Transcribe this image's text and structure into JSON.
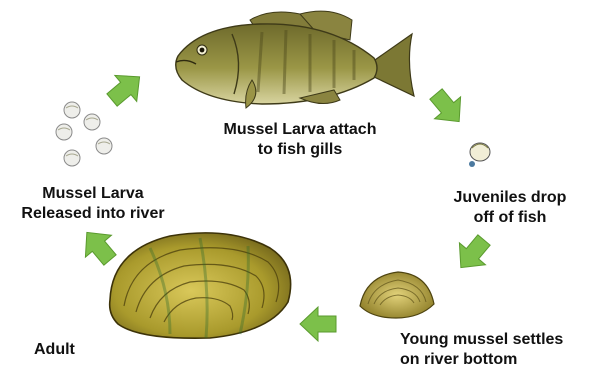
{
  "stages": {
    "larva_attach": {
      "line1": "Mussel Larva attach",
      "line2": "to fish gills"
    },
    "juveniles_drop": {
      "line1": "Juveniles drop",
      "line2": "off of fish"
    },
    "young_settles": {
      "line1": "Young mussel settles",
      "line2": "on river bottom"
    },
    "adult": {
      "line1": "Adult"
    },
    "larva_released": {
      "line1": "Mussel Larva",
      "line2": "Released into river"
    }
  },
  "colors": {
    "arrow": "#7cc04a",
    "fish_body": "#8c8a3e",
    "shell": "#a99a2c"
  }
}
